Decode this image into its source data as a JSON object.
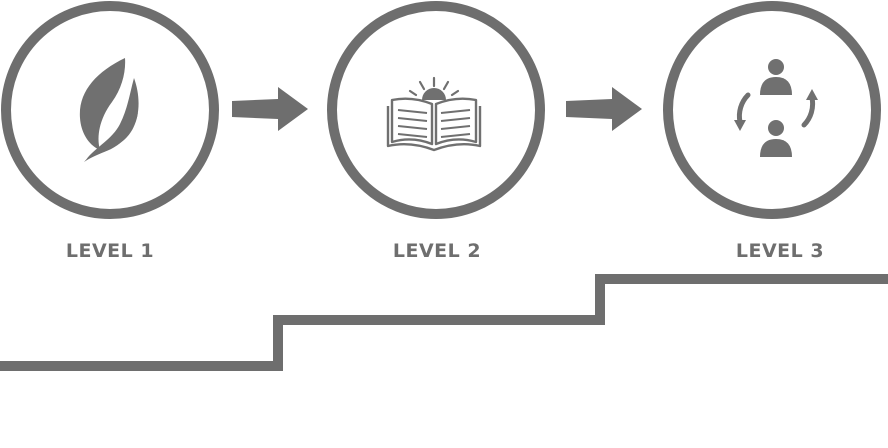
{
  "levels": [
    {
      "label": "LEVEL 1",
      "icon": "leaf-flame-icon"
    },
    {
      "label": "LEVEL 2",
      "icon": "open-book-sunrise-icon"
    },
    {
      "label": "LEVEL 3",
      "icon": "people-exchange-icon"
    }
  ],
  "arrows": [
    "arrow-right-icon",
    "arrow-right-icon"
  ],
  "colors": {
    "stroke": "#6e6e6e",
    "icon": "#707070",
    "background": "#ffffff"
  }
}
